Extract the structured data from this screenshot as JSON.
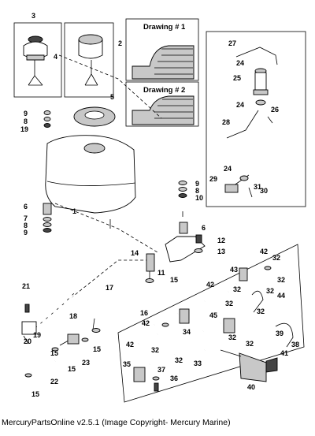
{
  "drawing_labels": [
    "Drawing # 1",
    "Drawing # 2"
  ],
  "callouts": [
    "1",
    "2",
    "3",
    "4",
    "5",
    "6",
    "7",
    "8",
    "9",
    "10",
    "11",
    "12",
    "13",
    "14",
    "15",
    "16",
    "17",
    "18",
    "19",
    "20",
    "21",
    "22",
    "23",
    "24",
    "25",
    "26",
    "27",
    "28",
    "29",
    "30",
    "31",
    "32",
    "33",
    "34",
    "35",
    "36",
    "37",
    "38",
    "39",
    "40",
    "41",
    "42",
    "43",
    "44",
    "45"
  ],
  "caption": "MercuryPartsOnline v2.5.1 (Image Copyright- Mercury Marine)"
}
